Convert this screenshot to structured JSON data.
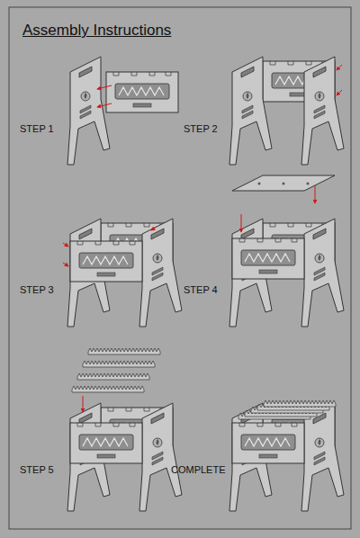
{
  "diagram": {
    "title": "Assembly Instructions",
    "labels": [
      "STEP 1",
      "STEP 2",
      "STEP 3",
      "STEP 4",
      "STEP 5",
      "COMPLETE"
    ]
  }
}
